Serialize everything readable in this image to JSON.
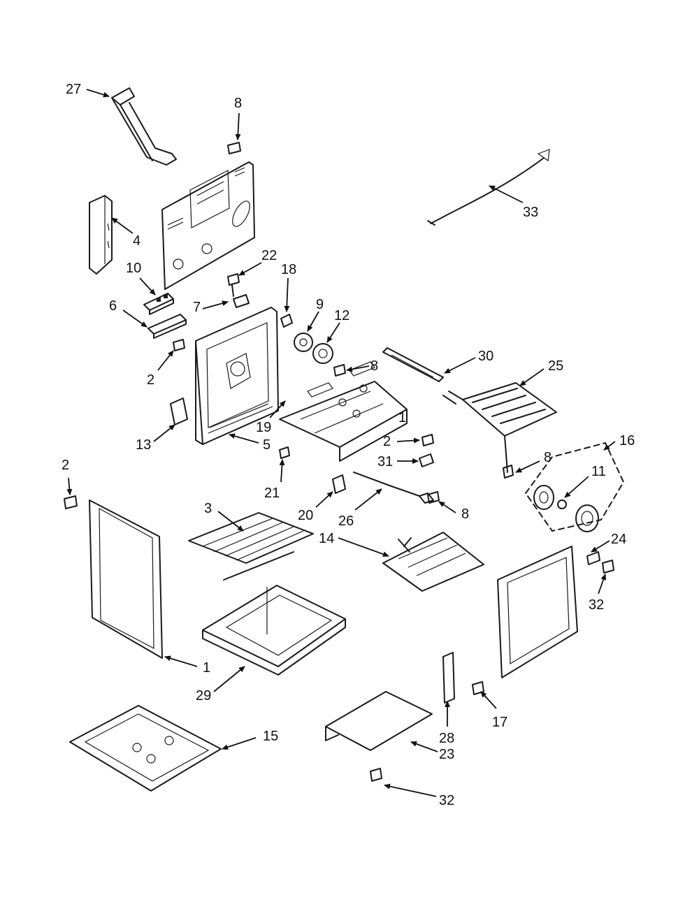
{
  "diagram": {
    "callouts": {
      "c27": "27",
      "c8a": "8",
      "c33": "33",
      "c4": "4",
      "c10": "10",
      "c22": "22",
      "c18": "18",
      "c9": "9",
      "c12": "12",
      "c7": "7",
      "c6": "6",
      "c2a": "2",
      "c8b": "8",
      "c30": "30",
      "c25": "25",
      "c1a": "1",
      "c2b": "2",
      "c13": "13",
      "c5": "5",
      "c19": "19",
      "c16": "16",
      "c8c": "8",
      "c11": "11",
      "c31": "31",
      "c2c": "2",
      "c21": "21",
      "c3": "3",
      "c20": "20",
      "c26": "26",
      "c8d": "8",
      "c14": "14",
      "c24": "24",
      "c32a": "32",
      "c1b": "1",
      "c29": "29",
      "c17": "17",
      "c15": "15",
      "c28": "28",
      "c23": "23",
      "c32b": "32"
    }
  }
}
